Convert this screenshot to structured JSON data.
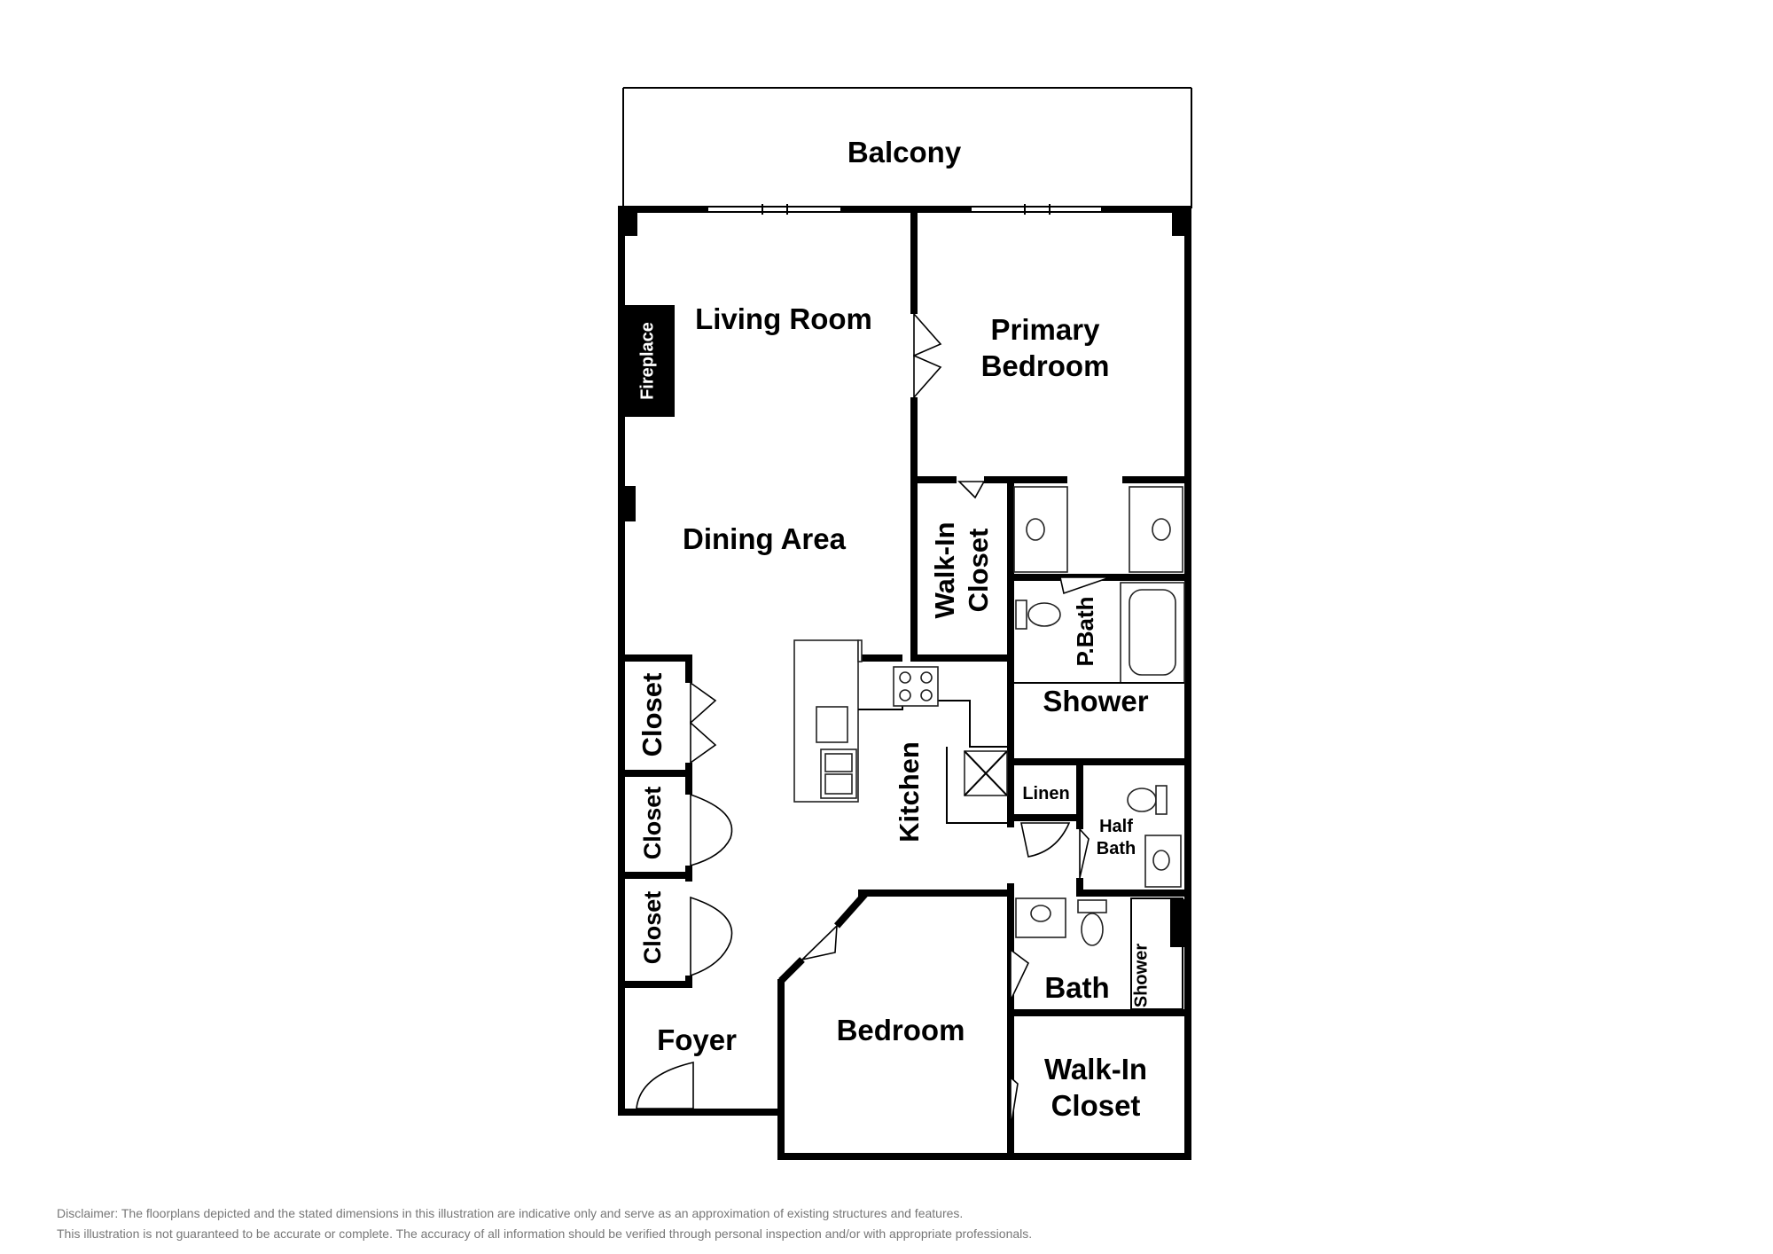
{
  "rooms": {
    "balcony": "Balcony",
    "living_room": "Living Room",
    "fireplace": "Fireplace",
    "primary_bedroom_line1": "Primary",
    "primary_bedroom_line2": "Bedroom",
    "dining_area": "Dining Area",
    "walk_in_closet_1_line1": "Walk-In",
    "walk_in_closet_1_line2": "Closet",
    "primary_bath": "P.Bath",
    "shower_1": "Shower",
    "closet_1": "Closet",
    "closet_2": "Closet",
    "closet_3": "Closet",
    "kitchen": "Kitchen",
    "linen": "Linen",
    "half_bath_line1": "Half",
    "half_bath_line2": "Bath",
    "bath": "Bath",
    "shower_2": "Shower",
    "foyer": "Foyer",
    "bedroom": "Bedroom",
    "walk_in_closet_2_line1": "Walk-In",
    "walk_in_closet_2_line2": "Closet"
  },
  "disclaimer": {
    "line1": "Disclaimer: The floorplans depicted and the stated dimensions in this illustration are indicative only and serve as an approximation of existing structures and features.",
    "line2": "This illustration is not guaranteed to be accurate or complete. The accuracy of all information should be verified through personal inspection and/or with appropriate professionals."
  }
}
